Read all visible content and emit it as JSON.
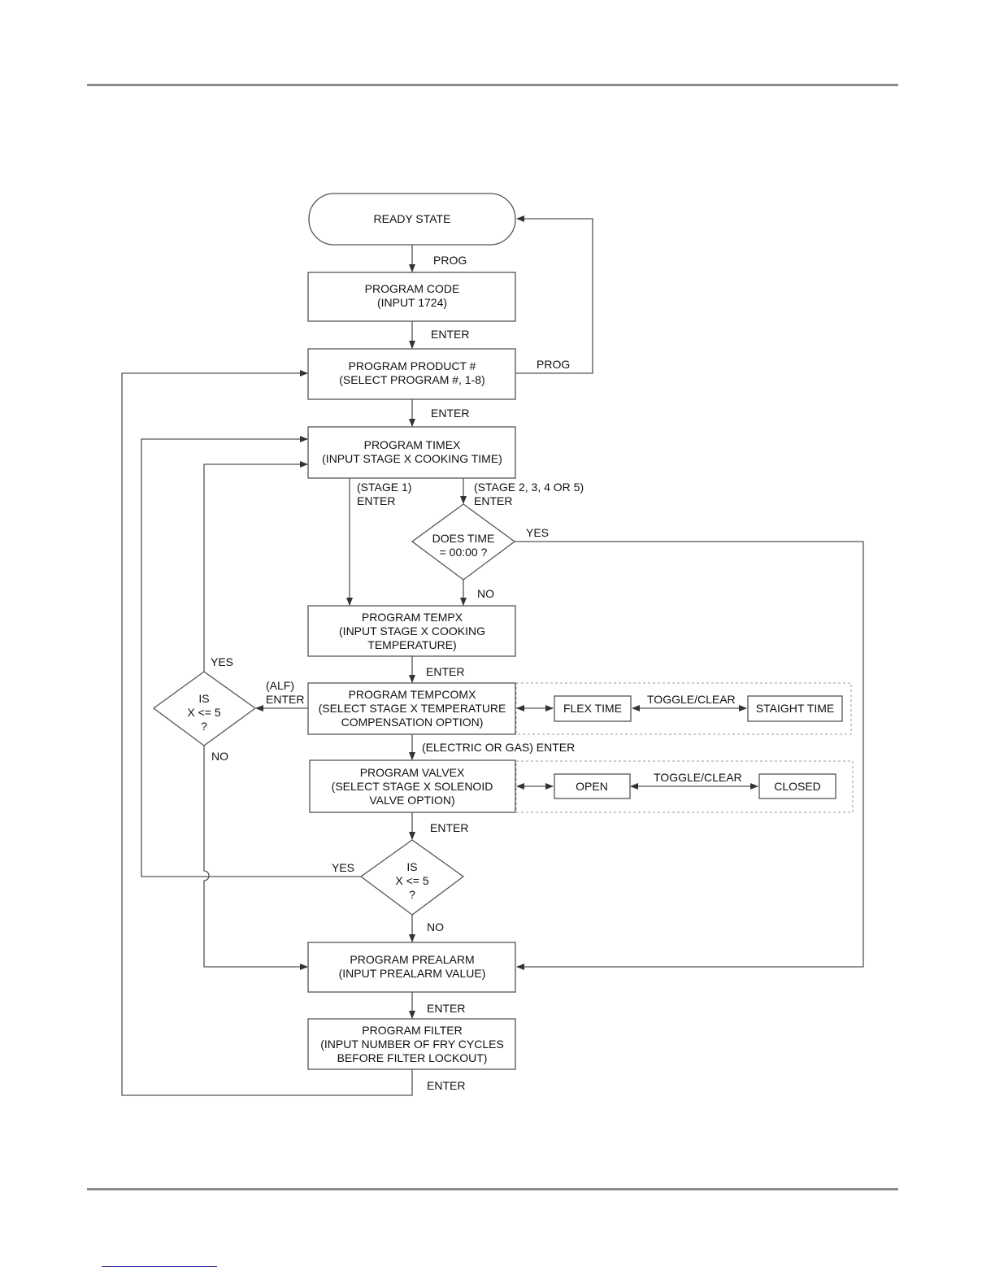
{
  "nodes": {
    "ready_state": [
      "READY STATE"
    ],
    "program_code": [
      "PROGRAM CODE",
      "(INPUT 1724)"
    ],
    "program_product": [
      "PROGRAM PRODUCT #",
      "(SELECT PROGRAM #, 1-8)"
    ],
    "program_timex": [
      "PROGRAM TIMEX",
      "(INPUT STAGE X COOKING TIME)"
    ],
    "does_time": [
      "DOES TIME",
      "= 00:00 ?"
    ],
    "program_tempx": [
      "PROGRAM TEMPX",
      "(INPUT STAGE X COOKING",
      "TEMPERATURE)"
    ],
    "program_tempcomx": [
      "PROGRAM TEMPCOMX",
      "(SELECT STAGE X TEMPERATURE",
      "COMPENSATION OPTION)"
    ],
    "flex_time": [
      "FLEX TIME"
    ],
    "staight_time": [
      "STAIGHT TIME"
    ],
    "is_x_left": [
      "IS",
      "X <= 5",
      "?"
    ],
    "program_valvex": [
      "PROGRAM VALVEX",
      "(SELECT STAGE X SOLENOID",
      "VALVE OPTION)"
    ],
    "open": [
      "OPEN"
    ],
    "closed": [
      "CLOSED"
    ],
    "is_x_center": [
      "IS",
      "X <= 5",
      "?"
    ],
    "program_prealarm": [
      "PROGRAM PREALARM",
      "(INPUT PREALARM VALUE)"
    ],
    "program_filter": [
      "PROGRAM FILTER",
      "(INPUT NUMBER OF FRY CYCLES",
      "BEFORE FILTER LOCKOUT)"
    ]
  },
  "edge_labels": {
    "prog_1": [
      "PROG"
    ],
    "enter_1": [
      "ENTER"
    ],
    "prog_2": [
      "PROG"
    ],
    "enter_2": [
      "ENTER"
    ],
    "stage1": [
      "(STAGE 1)",
      "ENTER"
    ],
    "stage2345": [
      "(STAGE 2, 3, 4 OR 5)",
      "ENTER"
    ],
    "yes_time": [
      "YES"
    ],
    "no_time": [
      "NO"
    ],
    "enter_3": [
      "ENTER"
    ],
    "alf_enter": [
      "(ALF)",
      "ENTER"
    ],
    "yes_left": [
      "YES"
    ],
    "no_left": [
      "NO"
    ],
    "toggle_1": [
      "TOGGLE/CLEAR"
    ],
    "electric_gas": [
      "(ELECTRIC OR GAS) ENTER"
    ],
    "toggle_2": [
      "TOGGLE/CLEAR"
    ],
    "enter_4": [
      "ENTER"
    ],
    "yes_center": [
      "YES"
    ],
    "no_center": [
      "NO"
    ],
    "enter_5": [
      "ENTER"
    ],
    "enter_6": [
      "ENTER"
    ]
  },
  "colors": {
    "stroke": "#555555",
    "rule": "#8c8c8c",
    "dashed": "#999999"
  }
}
